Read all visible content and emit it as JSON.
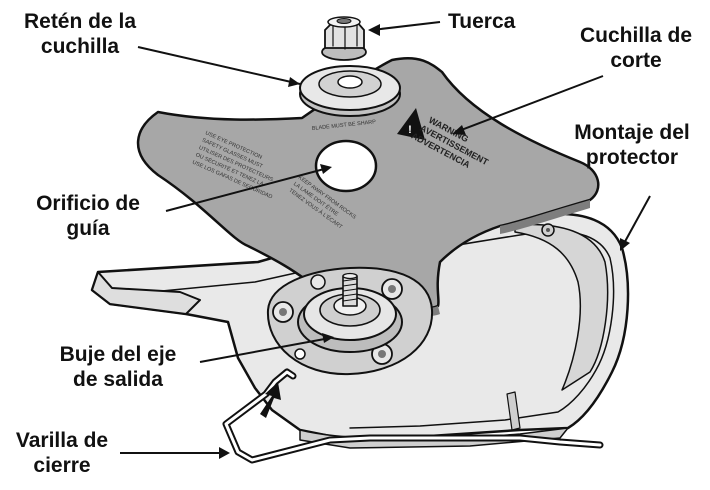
{
  "labels": {
    "blade_retainer": [
      "Retén de la",
      "cuchilla"
    ],
    "nut": "Tuerca",
    "cutting_blade": [
      "Cuchilla de",
      "corte"
    ],
    "shield_mount": [
      "Montaje del",
      "protector"
    ],
    "guide_hole": [
      "Orificio de",
      "guía"
    ],
    "output_shaft_hub": [
      "Buje del eje",
      "de salida"
    ],
    "lock_rod": [
      "Varilla de",
      "cierre"
    ]
  },
  "blade_text": {
    "warning": [
      "WARNING",
      "AVERTISSEMENT",
      "ADVERTENCIA"
    ],
    "fine_print": [
      "USE EYE PROTECTION",
      "SAFETY GLASSES MUST",
      "UTILISER DES PROTECTEURS",
      "OU SÉCURITÉ ET TENEZ LA",
      "USE LOS GAFAS DE SEGURIDAD",
      "BLADE MUST BE SHARP",
      "KEEP AWAY FROM ROCKS",
      "LA LAME DOIT ÊTRE",
      "TENEZ VOUS À L'ÉCART"
    ]
  },
  "colors": {
    "blade_fill": "#a7a7a7",
    "metal_light": "#e4e4e4",
    "metal_mid": "#bdbdbd",
    "ink": "#111111"
  }
}
